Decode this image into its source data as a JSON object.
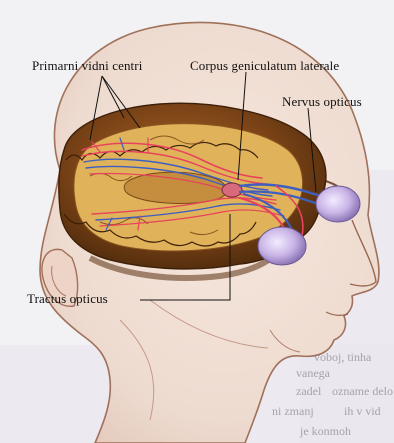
{
  "labels": {
    "primary_visual_centres": "Primarni vidni centri",
    "lateral_geniculate_body": "Corpus geniculatum laterale",
    "optic_nerve": "Nervus opticus",
    "optic_tract": "Tractus opticus"
  },
  "bleed_through_text": {
    "line_1": "voboj, tinha",
    "line_2": "vanega",
    "line_3": "zadel",
    "line_4": "ozname delo",
    "line_5": "ni zmanj",
    "line_6": "ih v vid",
    "line_7": "je konmoh"
  },
  "colors": {
    "brain_cortex": "#7a4316",
    "white_matter": "#e0b25a",
    "optic_pathway_red": "#e8425c",
    "optic_pathway_blue": "#3e5fc0",
    "eyeball": "#c9b4e6",
    "skin_outline": "#a0705a",
    "background": "#f2f2f4"
  }
}
